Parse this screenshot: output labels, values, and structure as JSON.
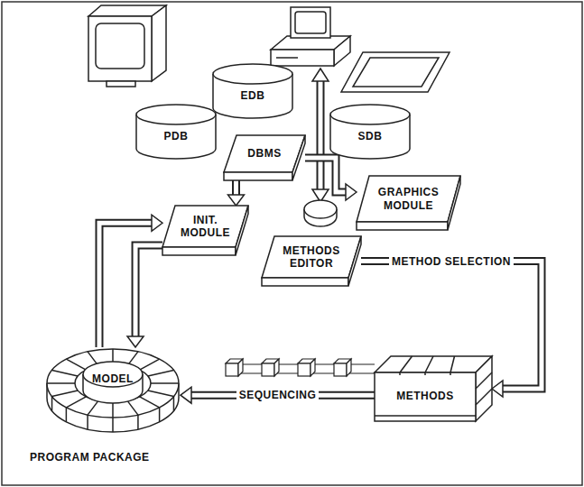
{
  "diagram": {
    "nodes": [
      {
        "text": [
          "PDB"
        ]
      },
      {
        "text": [
          "EDB"
        ]
      },
      {
        "text": [
          "SDB"
        ]
      },
      {
        "text": [
          "DBMS"
        ]
      },
      {
        "text": [
          "INIT. MODULE"
        ]
      },
      {
        "text": [
          "GRAPHICS MODULE"
        ]
      },
      {
        "text": [
          "METHODS EDITOR"
        ]
      },
      {
        "text": [
          "MODEL"
        ]
      },
      {
        "text": [
          "METHODS"
        ]
      }
    ],
    "edges": [
      {
        "from": 7,
        "to": 4,
        "arrow": "to"
      },
      {
        "from": 4,
        "to": 7,
        "arrow": "to"
      },
      {
        "from": 3,
        "to": 4,
        "arrow": "to"
      },
      {
        "from": 3,
        "to": 5,
        "arrow": "to"
      },
      {
        "from": 6,
        "to": 8,
        "label": "METHOD SELECTION",
        "arrow": "to"
      },
      {
        "from": 8,
        "to": 7,
        "label": "SEQUENCING",
        "arrow": "to"
      }
    ],
    "labels": [
      "PROGRAM PACKAGE"
    ]
  }
}
